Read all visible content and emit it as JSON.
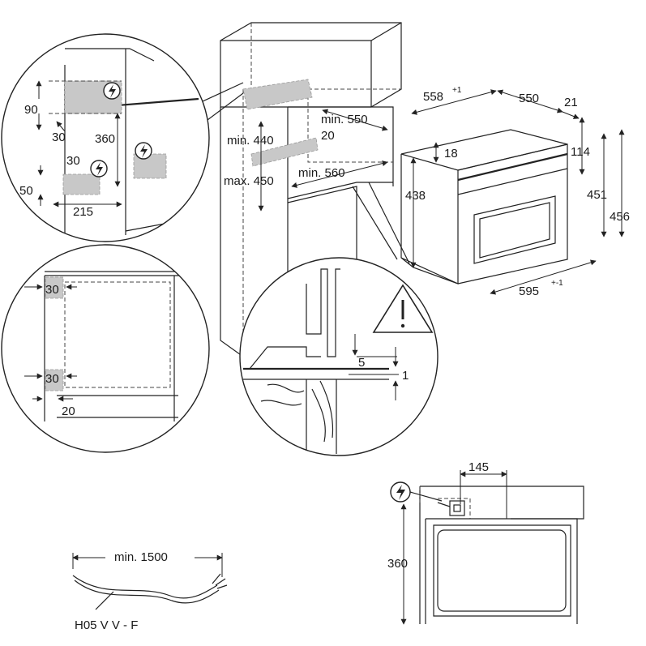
{
  "detail_top_left": {
    "dims": [
      "90",
      "30",
      "360",
      "30",
      "50",
      "215"
    ]
  },
  "detail_bottom_left": {
    "dims": [
      "30",
      "30",
      "20"
    ]
  },
  "niche": {
    "dims": [
      "min. 550",
      "min. 440",
      "20",
      "max. 450",
      "min. 560"
    ]
  },
  "oven": {
    "dims": [
      "558",
      "+1",
      "550",
      "21",
      "18",
      "114",
      "438",
      "451",
      "456",
      "595",
      "+-1"
    ]
  },
  "detail_section": {
    "dims": [
      "5",
      "1"
    ]
  },
  "socket_view": {
    "dims": [
      "145",
      "360"
    ]
  },
  "cable": {
    "length_label": "min. 1500",
    "type_label": "H05 V V - F"
  },
  "icons": [
    "electric-connection-icon",
    "warning-triangle-icon"
  ],
  "colors": {
    "line": "#222222",
    "shade": "#c8c8c8",
    "background": "#ffffff"
  }
}
